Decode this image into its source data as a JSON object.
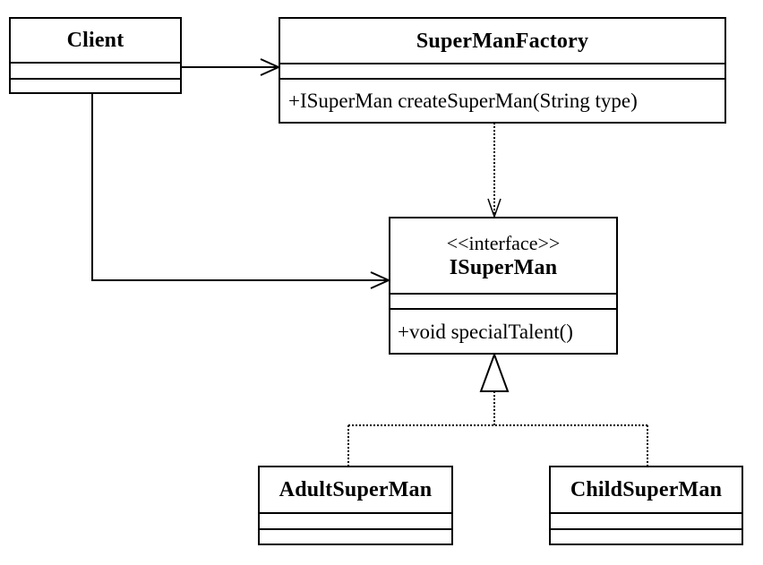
{
  "diagram": {
    "type": "UML class diagram",
    "classes": {
      "client": {
        "name": "Client",
        "attributes": [],
        "operations": []
      },
      "factory": {
        "name": "SuperManFactory",
        "attributes": [],
        "operations": [
          "+ISuperMan createSuperMan(String type)"
        ]
      },
      "isuperman": {
        "stereotype": "<<interface>>",
        "name": "ISuperMan",
        "attributes": [],
        "operations": [
          "+void specialTalent()"
        ]
      },
      "adult": {
        "name": "AdultSuperMan",
        "attributes": [],
        "operations": []
      },
      "child": {
        "name": "ChildSuperMan",
        "attributes": [],
        "operations": []
      }
    },
    "relationships": [
      {
        "from": "Client",
        "to": "SuperManFactory",
        "kind": "association",
        "line": "solid",
        "head": "open-arrow"
      },
      {
        "from": "Client",
        "to": "ISuperMan",
        "kind": "association",
        "line": "solid",
        "head": "open-arrow"
      },
      {
        "from": "SuperManFactory",
        "to": "ISuperMan",
        "kind": "dependency",
        "line": "dotted",
        "head": "open-arrow"
      },
      {
        "from": "AdultSuperMan",
        "to": "ISuperMan",
        "kind": "realization",
        "line": "dotted",
        "head": "hollow-triangle"
      },
      {
        "from": "ChildSuperMan",
        "to": "ISuperMan",
        "kind": "realization",
        "line": "dotted",
        "head": "hollow-triangle"
      }
    ]
  },
  "colors": {
    "line": "#000000",
    "background": "#ffffff"
  }
}
